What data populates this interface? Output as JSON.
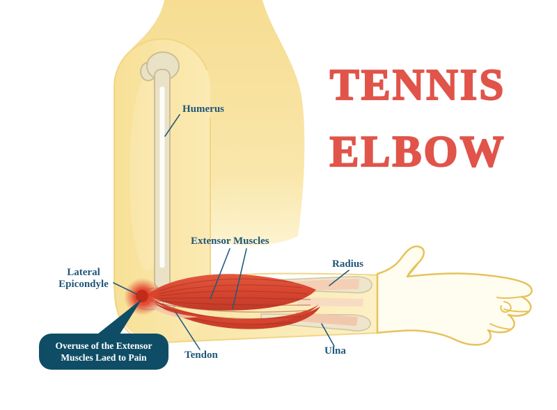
{
  "title": {
    "line1": "TENNIS",
    "line2": "ELBOW"
  },
  "labels": {
    "humerus": "Humerus",
    "extensor_muscles": "Extensor Muscles",
    "lateral_epicondyle": {
      "line1": "Lateral",
      "line2": "Epicondyle"
    },
    "radius": "Radius",
    "ulna": "Ulna",
    "tendon": "Tendon"
  },
  "callout": {
    "line1": "Overuse of the Extensor",
    "line2": "Muscles Laed to Pain"
  },
  "colors": {
    "title_red": "#e0544a",
    "label_blue": "#1e567a",
    "callout_bg": "#0f4d66",
    "callout_text": "#ffffff",
    "body_yellow": "#f8e29c",
    "muscle_red": "#d7452f",
    "bone_beige": "#eae2c6",
    "inflammation_red": "#d93a22",
    "hand_outline": "#e6c25a"
  }
}
